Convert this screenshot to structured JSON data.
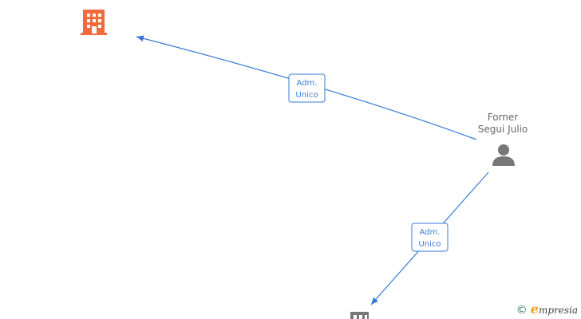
{
  "nodes": {
    "company_top": {
      "icon": "building-icon",
      "color": "#f26a3d"
    },
    "company_bottom": {
      "icon": "building-icon",
      "color": "#777777"
    },
    "person": {
      "icon": "person-icon",
      "color": "#777777",
      "name_line1": "Forner",
      "name_line2": "Segui Julio"
    }
  },
  "edges": [
    {
      "from": "person",
      "to": "company_top",
      "label_line1": "Adm.",
      "label_line2": "Unico"
    },
    {
      "from": "person",
      "to": "company_bottom",
      "label_line1": "Adm.",
      "label_line2": "Unico"
    }
  ],
  "colors": {
    "edge": "#3a7bd5",
    "label_border": "#3a7bd5",
    "label_text": "#3a7bd5"
  },
  "watermark": {
    "copyright": "©",
    "brand_initial": "e",
    "brand_rest": "mpresia"
  }
}
